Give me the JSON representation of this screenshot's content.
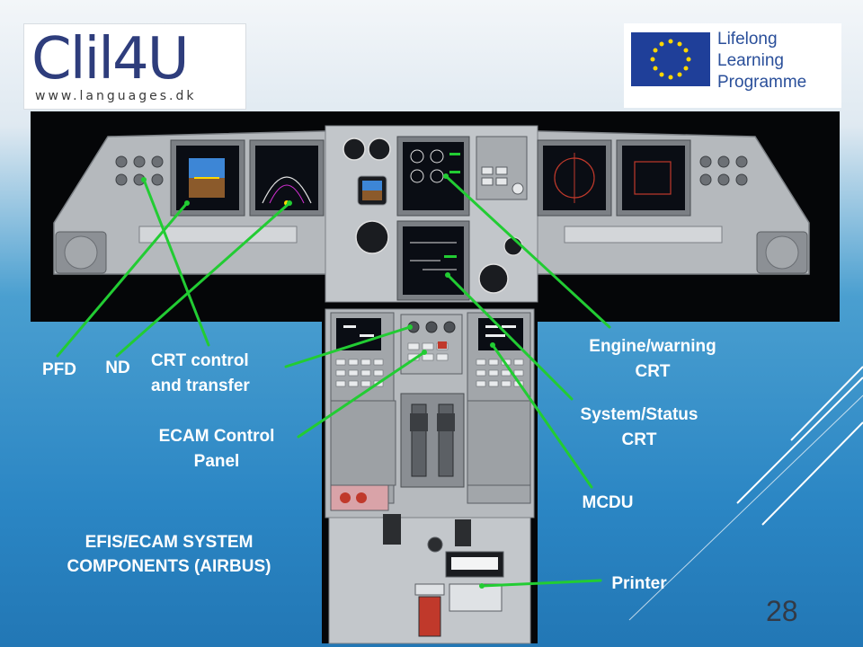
{
  "logos": {
    "clil": {
      "name": "Clil4U",
      "url": "www.languages.dk"
    },
    "llp": {
      "line1": "Lifelong",
      "line2": "Learning",
      "line3": "Programme"
    }
  },
  "labels": {
    "pfd": "PFD",
    "nd": "ND",
    "crt_control_1": "CRT control",
    "crt_control_2": "and transfer",
    "ecam_1": "ECAM Control",
    "ecam_2": "Panel",
    "engine_1": "Engine/warning",
    "engine_2": "CRT",
    "system_1": "System/Status",
    "system_2": "CRT",
    "mcdu": "MCDU",
    "printer": "Printer"
  },
  "caption": {
    "line1": "EFIS/ECAM SYSTEM",
    "line2": "COMPONENTS (AIRBUS)"
  },
  "slide_number": "28",
  "colors": {
    "arrow": "#22cc33",
    "label": "#ffffff",
    "panel": "#b8bcc0",
    "screen": "#0a0d14"
  }
}
